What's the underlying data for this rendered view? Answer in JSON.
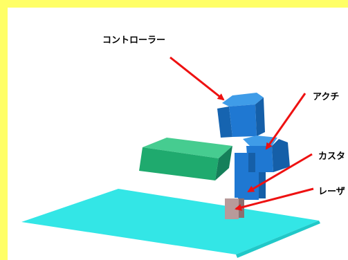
{
  "labels": {
    "controller": "コントローラー",
    "actuator": "アクチ",
    "custom": "カスタ",
    "laser": "レーザ"
  },
  "colors": {
    "background_frame": "#ffff66",
    "panel": "#ffffff",
    "floor_plate": "#33e6e6",
    "green_block": "#1faa6e",
    "robot_blue": "#1f78d2",
    "laser_head": "#b89a9a",
    "arrow": "#ee1111"
  }
}
